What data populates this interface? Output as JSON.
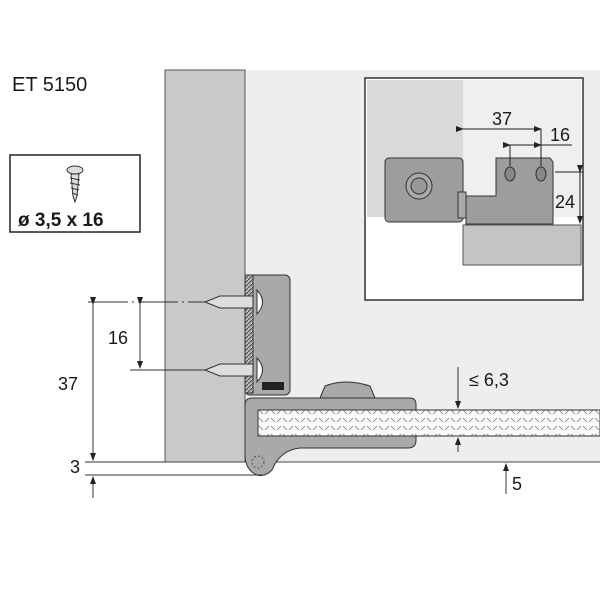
{
  "title": "ET 5150",
  "screw_spec": "ø 3,5 x 16",
  "inset": {
    "dim_37": "37",
    "dim_16": "16",
    "dim_24": "24"
  },
  "dimensions": {
    "dim_16": "16",
    "dim_37": "37",
    "dim_3": "3",
    "dim_max_6_3": "≤ 6,3",
    "dim_5": "5"
  },
  "colors": {
    "panel": "#c9c9c9",
    "background": "#eeeeee",
    "part": "#a9a9a9",
    "line": "#2a2a2a"
  }
}
